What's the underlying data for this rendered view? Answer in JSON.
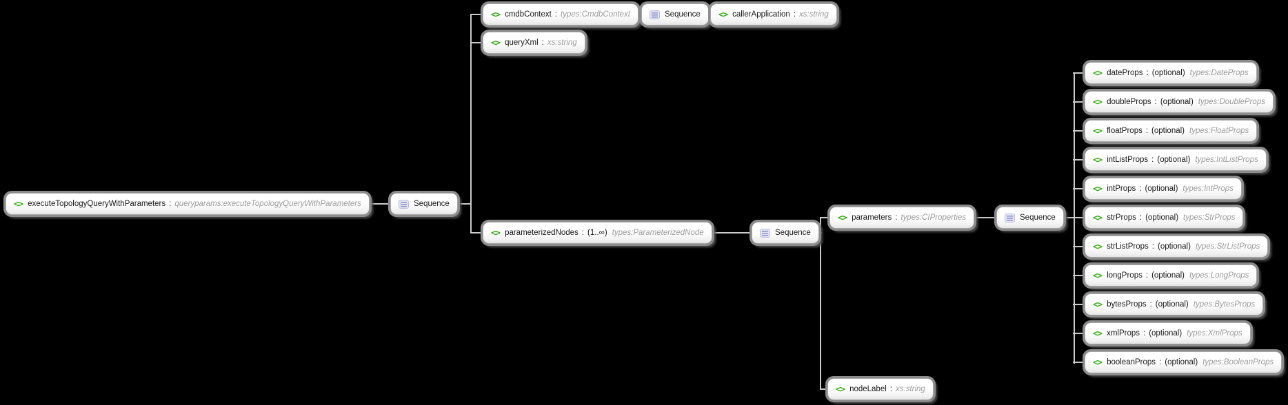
{
  "icons": {
    "element": "<>",
    "sequence": "sequence-icon"
  },
  "labels": {
    "sequence": "Sequence",
    "separator": ":"
  },
  "colors": {
    "background": "#000000",
    "node_fill": "#ffffff",
    "node_halo": "#8c8c8c",
    "element_icon_green": "#2faa0c",
    "type_text_gray": "#9b9b9b",
    "connector_gray": "#cbcbcb",
    "sequence_icon_fill": "#e3e5f4"
  },
  "diagram": {
    "root": {
      "name": "executeTopologyQueryWithParameters",
      "type": "queryparams:executeTopologyQueryWithParameters"
    },
    "branches": {
      "cmdbContext": {
        "name": "cmdbContext",
        "type": "types:CmdbContext"
      },
      "callerApplication": {
        "name": "callerApplication",
        "type": "xs:string"
      },
      "queryXml": {
        "name": "queryXml",
        "type": "xs:string"
      },
      "parameterizedNodes": {
        "name": "parameterizedNodes",
        "qualifier": "(1..∞)",
        "type": "types:ParameterizedNode"
      },
      "parameters": {
        "name": "parameters",
        "type": "types:CIProperties"
      },
      "nodeLabel": {
        "name": "nodeLabel",
        "type": "xs:string"
      }
    },
    "parameter_props": [
      {
        "name": "dateProps",
        "qualifier": "(optional)",
        "type": "types:DateProps"
      },
      {
        "name": "doubleProps",
        "qualifier": "(optional)",
        "type": "types:DoubleProps"
      },
      {
        "name": "floatProps",
        "qualifier": "(optional)",
        "type": "types:FloatProps"
      },
      {
        "name": "intListProps",
        "qualifier": "(optional)",
        "type": "types:IntListProps"
      },
      {
        "name": "intProps",
        "qualifier": "(optional)",
        "type": "types:IntProps"
      },
      {
        "name": "strProps",
        "qualifier": "(optional)",
        "type": "types:StrProps"
      },
      {
        "name": "strListProps",
        "qualifier": "(optional)",
        "type": "types:StrListProps"
      },
      {
        "name": "longProps",
        "qualifier": "(optional)",
        "type": "types:LongProps"
      },
      {
        "name": "bytesProps",
        "qualifier": "(optional)",
        "type": "types:BytesProps"
      },
      {
        "name": "xmlProps",
        "qualifier": "(optional)",
        "type": "types:XmlProps"
      },
      {
        "name": "booleanProps",
        "qualifier": "(optional)",
        "type": "types:BooleanProps"
      }
    ]
  }
}
